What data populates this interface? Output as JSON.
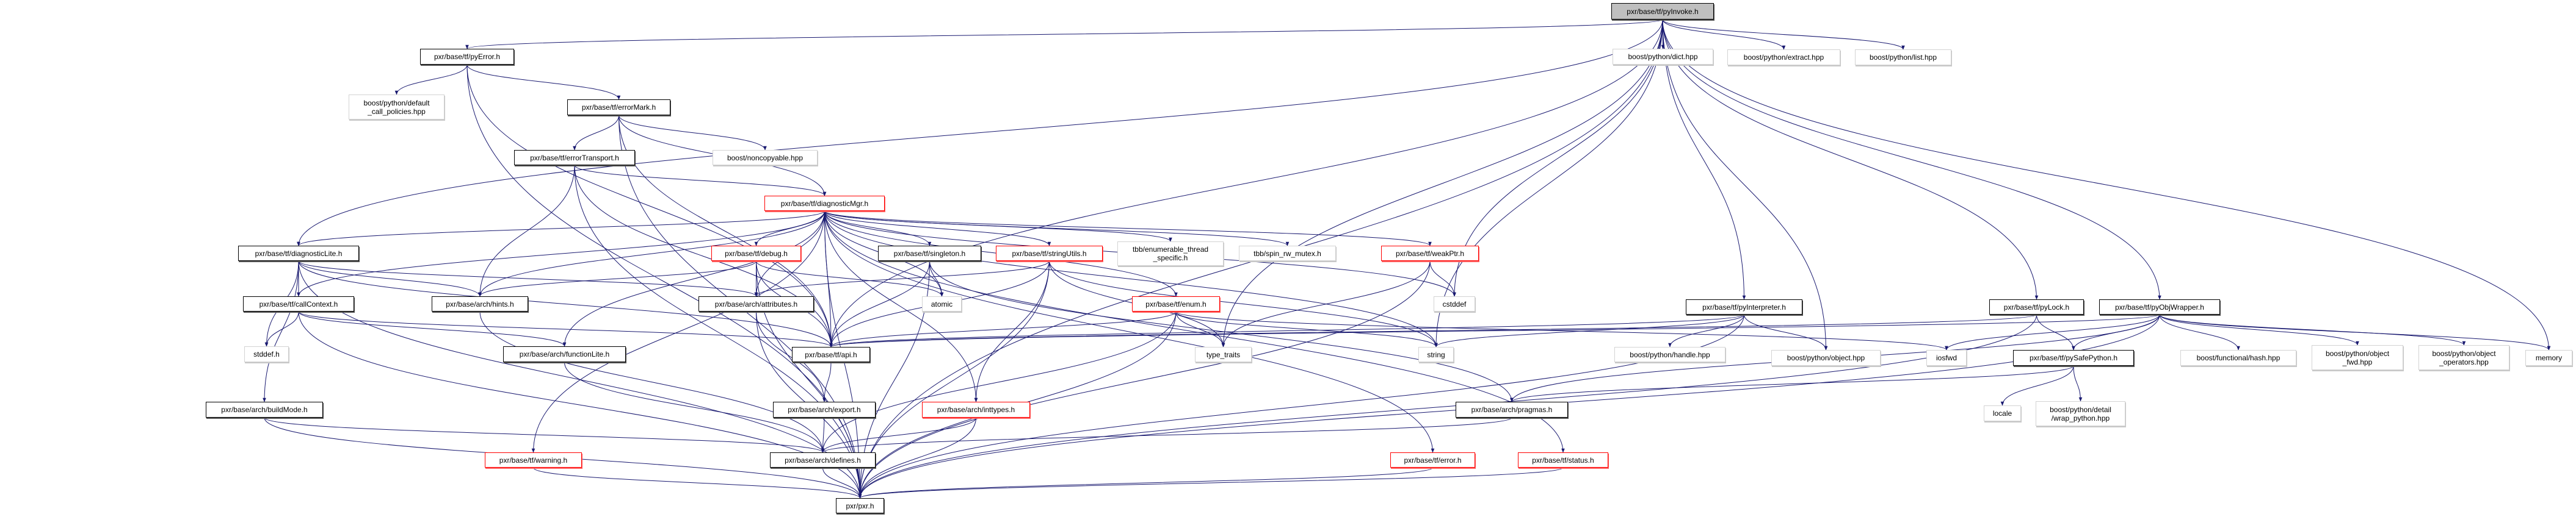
{
  "colors": {
    "edge": "#191970",
    "root_fill": "#bfbfbf",
    "documented_border": "#000000",
    "truncated_border": "#ff0000",
    "external_border": "#d3d3d3"
  },
  "nodes": {
    "pyInvoke": "pxr/base/tf/pyInvoke.h",
    "pyError": "pxr/base/tf/pyError.h",
    "dcp": "boost/python/default\n_call_policies.hpp",
    "errorMark": "pxr/base/tf/errorMark.h",
    "dict": "boost/python/dict.hpp",
    "extract": "boost/python/extract.hpp",
    "list": "boost/python/list.hpp",
    "errorTransport": "pxr/base/tf/errorTransport.h",
    "noncopyable": "boost/noncopyable.hpp",
    "diagMgr": "pxr/base/tf/diagnosticMgr.h",
    "diagLite": "pxr/base/tf/diagnosticLite.h",
    "debug": "pxr/base/tf/debug.h",
    "singleton": "pxr/base/tf/singleton.h",
    "stringUtils": "pxr/base/tf/stringUtils.h",
    "tbbets": "tbb/enumerable_thread\n_specific.h",
    "spin": "tbb/spin_rw_mutex.h",
    "weakPtr": "pxr/base/tf/weakPtr.h",
    "callContext": "pxr/base/tf/callContext.h",
    "hints": "pxr/base/arch/hints.h",
    "attributes": "pxr/base/arch/attributes.h",
    "atomic": "atomic",
    "enum": "pxr/base/tf/enum.h",
    "cstddef": "cstddef",
    "pyInterpreter": "pxr/base/tf/pyInterpreter.h",
    "pyLock": "pxr/base/tf/pyLock.h",
    "pyObjWrapper": "pxr/base/tf/pyObjWrapper.h",
    "stddef": "stddef.h",
    "functionLite": "pxr/base/arch/functionLite.h",
    "api": "pxr/base/tf/api.h",
    "type_traits": "type_traits",
    "string": "string",
    "handle": "boost/python/handle.hpp",
    "object": "boost/python/object.hpp",
    "iosfwd": "iosfwd",
    "pySafePython": "pxr/base/tf/pySafePython.h",
    "hash": "boost/functional/hash.hpp",
    "object_fwd": "boost/python/object\n_fwd.hpp",
    "object_operators": "boost/python/object\n_operators.hpp",
    "memory": "memory",
    "buildMode": "pxr/base/arch/buildMode.h",
    "export": "pxr/base/arch/export.h",
    "inttypes": "pxr/base/arch/inttypes.h",
    "pragmas": "pxr/base/arch/pragmas.h",
    "locale": "locale",
    "wrap": "boost/python/detail\n/wrap_python.hpp",
    "warning": "pxr/base/tf/warning.h",
    "defines": "pxr/base/arch/defines.h",
    "error": "pxr/base/tf/error.h",
    "status": "pxr/base/tf/status.h",
    "pxr": "pxr/pxr.h"
  },
  "edges": [
    [
      "pyInvoke",
      "pyError"
    ],
    [
      "pyInvoke",
      "pxr"
    ],
    [
      "pyInvoke",
      "diagLite"
    ],
    [
      "pyInvoke",
      "api"
    ],
    [
      "pyInvoke",
      "dict"
    ],
    [
      "pyInvoke",
      "extract"
    ],
    [
      "pyInvoke",
      "list"
    ],
    [
      "pyInvoke",
      "pyInterpreter"
    ],
    [
      "pyInvoke",
      "pyLock"
    ],
    [
      "pyInvoke",
      "pyObjWrapper"
    ],
    [
      "pyInvoke",
      "memory"
    ],
    [
      "pyInvoke",
      "string"
    ],
    [
      "pyInvoke",
      "cstddef"
    ],
    [
      "pyInvoke",
      "type_traits"
    ],
    [
      "pyInvoke",
      "object"
    ],
    [
      "pyError",
      "dcp"
    ],
    [
      "pyError",
      "errorMark"
    ],
    [
      "pyError",
      "pxr"
    ],
    [
      "pyError",
      "api"
    ],
    [
      "errorMark",
      "errorTransport"
    ],
    [
      "errorMark",
      "noncopyable"
    ],
    [
      "errorMark",
      "diagMgr"
    ],
    [
      "errorMark",
      "pxr"
    ],
    [
      "errorMark",
      "api"
    ],
    [
      "errorTransport",
      "diagMgr"
    ],
    [
      "errorTransport",
      "pxr"
    ],
    [
      "errorTransport",
      "api"
    ],
    [
      "errorTransport",
      "hints"
    ],
    [
      "diagMgr",
      "pxr"
    ],
    [
      "diagMgr",
      "api"
    ],
    [
      "diagMgr",
      "diagLite"
    ],
    [
      "diagMgr",
      "callContext"
    ],
    [
      "diagMgr",
      "debug"
    ],
    [
      "diagMgr",
      "singleton"
    ],
    [
      "diagMgr",
      "stringUtils"
    ],
    [
      "diagMgr",
      "tbbets"
    ],
    [
      "diagMgr",
      "spin"
    ],
    [
      "diagMgr",
      "weakPtr"
    ],
    [
      "diagMgr",
      "enum"
    ],
    [
      "diagMgr",
      "error"
    ],
    [
      "diagMgr",
      "status"
    ],
    [
      "diagMgr",
      "warning"
    ],
    [
      "diagMgr",
      "functionLite"
    ],
    [
      "diagMgr",
      "attributes"
    ],
    [
      "diagMgr",
      "hints"
    ],
    [
      "diagMgr",
      "atomic"
    ],
    [
      "diagMgr",
      "cstddef"
    ],
    [
      "diagMgr",
      "string"
    ],
    [
      "diagMgr",
      "inttypes"
    ],
    [
      "diagLite",
      "callContext"
    ],
    [
      "diagLite",
      "api"
    ],
    [
      "diagLite",
      "stddef"
    ],
    [
      "diagLite",
      "buildMode"
    ],
    [
      "diagLite",
      "hints"
    ],
    [
      "diagLite",
      "attributes"
    ],
    [
      "diagLite",
      "pxr"
    ],
    [
      "callContext",
      "stddef"
    ],
    [
      "callContext",
      "api"
    ],
    [
      "callContext",
      "functionLite"
    ],
    [
      "callContext",
      "pxr"
    ],
    [
      "hints",
      "defines"
    ],
    [
      "attributes",
      "export"
    ],
    [
      "attributes",
      "pxr"
    ],
    [
      "api",
      "export"
    ],
    [
      "export",
      "defines"
    ],
    [
      "functionLite",
      "defines"
    ],
    [
      "buildMode",
      "defines"
    ],
    [
      "buildMode",
      "pxr"
    ],
    [
      "warning",
      "pxr"
    ],
    [
      "defines",
      "pxr"
    ],
    [
      "debug",
      "hints"
    ],
    [
      "debug",
      "attributes"
    ],
    [
      "debug",
      "api"
    ],
    [
      "debug",
      "atomic"
    ],
    [
      "debug",
      "pxr"
    ],
    [
      "singleton",
      "atomic"
    ],
    [
      "singleton",
      "api"
    ],
    [
      "singleton",
      "pxr"
    ],
    [
      "singleton",
      "pragmas"
    ],
    [
      "stringUtils",
      "attributes"
    ],
    [
      "stringUtils",
      "api"
    ],
    [
      "stringUtils",
      "inttypes"
    ],
    [
      "stringUtils",
      "type_traits"
    ],
    [
      "stringUtils",
      "string"
    ],
    [
      "stringUtils",
      "pxr"
    ],
    [
      "enum",
      "api"
    ],
    [
      "enum",
      "defines"
    ],
    [
      "enum",
      "pxr"
    ],
    [
      "enum",
      "type_traits"
    ],
    [
      "enum",
      "string"
    ],
    [
      "enum",
      "iosfwd"
    ],
    [
      "inttypes",
      "defines"
    ],
    [
      "inttypes",
      "pxr"
    ],
    [
      "weakPtr",
      "cstddef"
    ],
    [
      "weakPtr",
      "type_traits"
    ],
    [
      "weakPtr",
      "pxr"
    ],
    [
      "pragmas",
      "defines"
    ],
    [
      "error",
      "pxr"
    ],
    [
      "status",
      "pxr"
    ],
    [
      "pyInterpreter",
      "api"
    ],
    [
      "pyInterpreter",
      "string"
    ],
    [
      "pyInterpreter",
      "handle"
    ],
    [
      "pyInterpreter",
      "object"
    ],
    [
      "pyInterpreter",
      "pxr"
    ],
    [
      "pyLock",
      "api"
    ],
    [
      "pyLock",
      "pySafePython"
    ],
    [
      "pyLock",
      "pxr"
    ],
    [
      "pyObjWrapper",
      "pySafePython"
    ],
    [
      "pyObjWrapper",
      "api"
    ],
    [
      "pyObjWrapper",
      "iosfwd"
    ],
    [
      "pyObjWrapper",
      "hash"
    ],
    [
      "pyObjWrapper",
      "object_fwd"
    ],
    [
      "pyObjWrapper",
      "object_operators"
    ],
    [
      "pyObjWrapper",
      "memory"
    ],
    [
      "pyObjWrapper",
      "pxr"
    ],
    [
      "pyObjWrapper",
      "pragmas"
    ],
    [
      "pySafePython",
      "locale"
    ],
    [
      "pySafePython",
      "wrap"
    ],
    [
      "pySafePython",
      "pragmas"
    ]
  ]
}
